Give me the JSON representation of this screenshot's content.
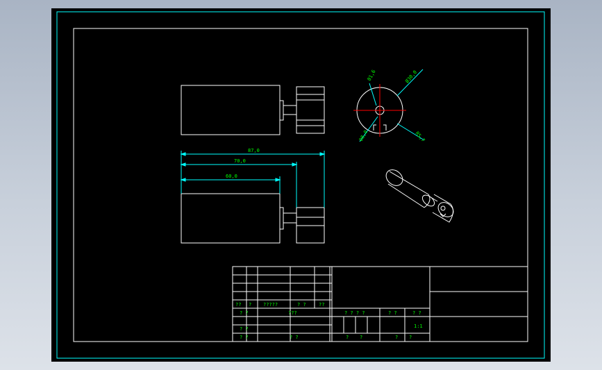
{
  "drawing": {
    "dimensions": {
      "overall_length": "87,0",
      "length_70": "70,0",
      "length_60": "60,0",
      "dim_top_left": "01,6",
      "dim_diameter": "Ø30,0",
      "dim_bottom_left": "08,0",
      "dim_bottom_right": "R5,7"
    },
    "title_block": {
      "row_header": [
        "??",
        "?",
        "?????",
        "? ?",
        "??"
      ],
      "row_a": [
        "? ?",
        "???"
      ],
      "row_b": [
        "? ?"
      ],
      "row_c": [
        "? ?",
        "? ?"
      ],
      "mid_header": [
        "? ? ? ?",
        "? ?",
        "? ?"
      ],
      "scale": "1:1",
      "mid_bottom": [
        "?",
        "?",
        "?",
        "?"
      ]
    }
  },
  "colors": {
    "background": "#000000",
    "line": "#ffffff",
    "dimension": "#00ffff",
    "dimension_text": "#00ff00",
    "centerline": "#ff0000",
    "border": "#00ffff"
  }
}
